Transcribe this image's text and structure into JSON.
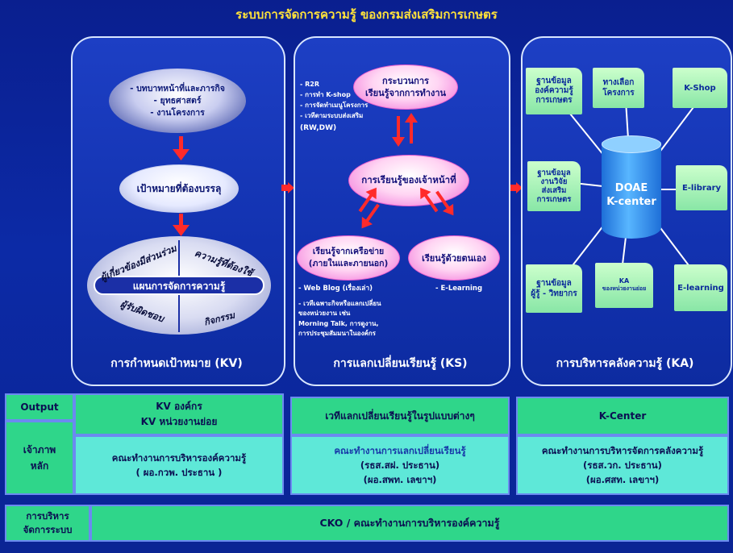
{
  "title": "ระบบการจัดการความรู้ ของกรมส่งเสริมการเกษตร",
  "kv": {
    "caption": "การกำหนดเป้าหมาย (KV)",
    "oval1_lines": [
      "- บทบาทหน้าที่และภารกิจ",
      "- ยุทธศาสตร์",
      "- งานโครงการ"
    ],
    "oval2": "เป้าหมายที่ต้องบรรลุ",
    "plan_center": "แผนการจัดการความรู้",
    "q1": "ผู้เกี่ยวข้องมีส่วนร่วม",
    "q2": "ความรู้ที่ต้องใช้",
    "q3": "ผู้รับผิดชอบ",
    "q4": "กิจกรรม"
  },
  "ks": {
    "caption": "การแลกเปลี่ยนเรียนรู้ (KS)",
    "list_items": [
      "- R2R",
      "- การทำ K-shop",
      "- การจัดทำเมนูโครงการ",
      "- เวทีตามระบบส่งเสริม",
      "(RW,DW)"
    ],
    "oval_top": "กระบวนการ\nเรียนรู้จากการทำงาน",
    "oval_mid": "การเรียนรู้ของเจ้าหน้าที่",
    "oval_left": "เรียนรู้จากเครือข่าย\n(ภายในและภายนอก)",
    "oval_right": "เรียนรู้ด้วยตนเอง",
    "left_list": [
      "- Web Blog (เรื่องเล่า)",
      "- เวทีเฉพาะกิจหรือแลกเปลี่ยน",
      "ของหน่วยงาน เช่น",
      "Morning Talk, การดูงาน,",
      "การประชุมสัมมนาในองค์กร"
    ],
    "right_list": [
      "- E-Learning"
    ]
  },
  "ka": {
    "caption": "การบริหารคลังความรู้ (KA)",
    "center_line1": "DOAE",
    "center_line2": "K-center",
    "notes": {
      "n1": "ฐานข้อมูล\nองค์ความรู้\nการเกษตร",
      "n2": "ทางเลือก\nโครงการ",
      "n3": "K-Shop",
      "n4": "ฐานข้อมูล\nงานวิจัย\nส่งเสริม\nการเกษตร",
      "n5": "E-library",
      "n6": "ฐานข้อมูล\nผู้รู้ - วิทยากร",
      "n7_line1": "KA",
      "n7_line2": "ของหน่วยงานย่อย",
      "n8": "E-learning"
    }
  },
  "table": {
    "row1_label": "Output",
    "row2_label": "เจ้าภาพ\nหลัก",
    "kv_output_line1": "KV องค์กร",
    "kv_output_line2": "KV หน่วยงานย่อย",
    "kv_host": "คณะทำงานการบริหารองค์ความรู้\n( ผอ.กวพ. ประธาน )",
    "ks_output": "เวทีแลกเปลี่ยนเรียนรู้ในรูปแบบต่างๆ",
    "ks_host_line1": "คณะทำงานการแลกเปลี่ยนเรียนรู้",
    "ks_host_line2": "(รธส.สฝ. ประธาน)",
    "ks_host_line3": "(ผอ.สพท. เลขาฯ)",
    "ka_output": "K-Center",
    "ka_host": "คณะทำงานการบริหารจัดการคลังความรู้\n(รธส.วก. ประธาน)\n(ผอ.ศสท. เลขาฯ)",
    "bottom_label": "การบริหาร\nจัดการระบบ",
    "bottom_value": "CKO / คณะทำงานการบริหารองค์ความรู้"
  },
  "colors": {
    "title": "#ffe23a",
    "arrow": "#ff2a2a",
    "table_green": "#2fd68a",
    "table_aqua": "#5ee8d8"
  }
}
